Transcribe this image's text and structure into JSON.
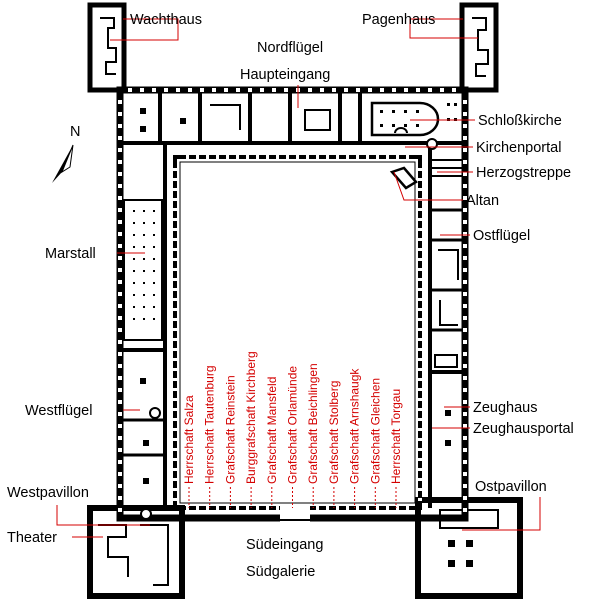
{
  "labels": {
    "wachthaus": "Wachthaus",
    "pagenhaus": "Pagenhaus",
    "nordfluegel": "Nordflügel",
    "haupteingang": "Haupteingang",
    "schlosskirche": "Schloßkirche",
    "kirchenportal": "Kirchenportal",
    "herzogstreppe": "Herzogstreppe",
    "altan": "Altan",
    "ostfluegel": "Ostflügel",
    "marstall": "Marstall",
    "westfluegel": "Westflügel",
    "zeughaus": "Zeughaus",
    "zeughausportal": "Zeughausportal",
    "westpavillon": "Westpavillon",
    "ostpavillon": "Ostpavillon",
    "theater": "Theater",
    "suedeingang": "Südeingang",
    "suedgalerie": "Südgalerie",
    "north": "N"
  },
  "galerie_names": [
    "Herrschaft Salza",
    "Herrschaft Tautenburg",
    "Grafschaft  Reinstein",
    "Burggrafschaft Kirchberg",
    "Grafschaft Mansfeld",
    "Grafschaft Orlamünde",
    "Grafschaft Beichlingen",
    "Grafschaft Stolberg",
    "Grafschaft Arnshaugk",
    "Grafschaft Gleichen",
    "Herrschaft Torgau"
  ],
  "colors": {
    "label_leader": "#d40000",
    "walls": "#000000"
  }
}
